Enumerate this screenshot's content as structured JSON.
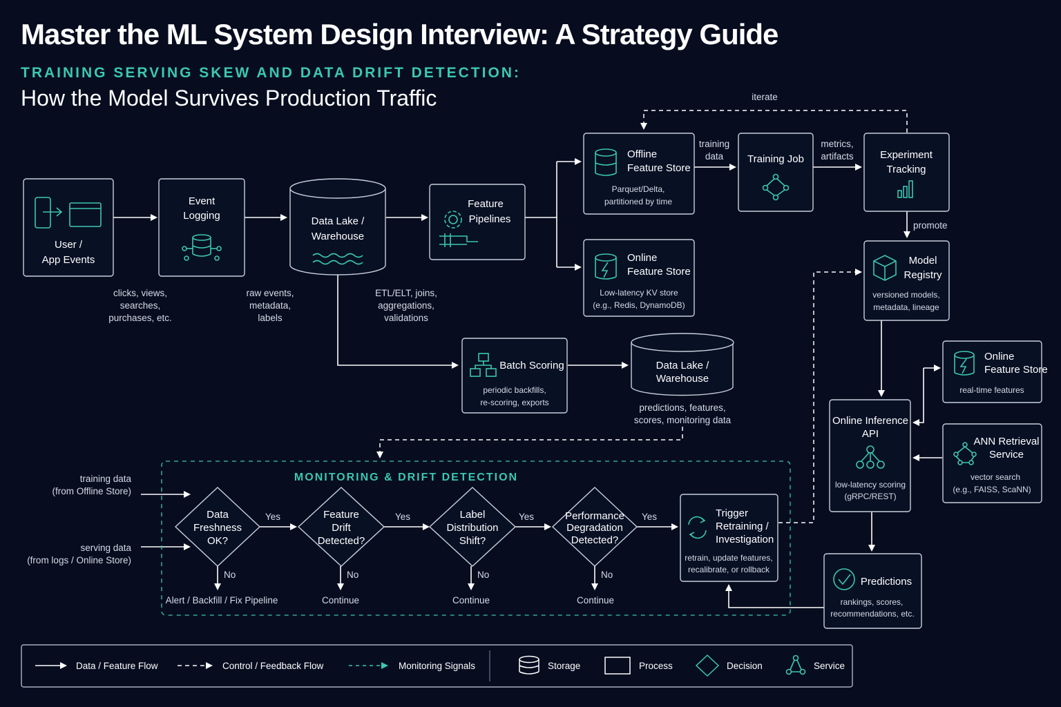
{
  "header": {
    "title": "Master the ML System Design Interview: A Strategy Guide",
    "subtitle": "TRAINING SERVING SKEW AND DATA DRIFT DETECTION:",
    "tagline": "How the Model Survives Production Traffic"
  },
  "nodes": {
    "user_events": {
      "line1": "User /",
      "line2": "App Events"
    },
    "event_logging": {
      "line1": "Event",
      "line2": "Logging"
    },
    "data_lake": {
      "line1": "Data Lake /",
      "line2": "Warehouse"
    },
    "feature_pipelines": {
      "line1": "Feature",
      "line2": "Pipelines"
    },
    "offline_store": {
      "line1": "Offline",
      "line2": "Feature Store",
      "desc1": "Parquet/Delta,",
      "desc2": "partitioned by time"
    },
    "online_store": {
      "line1": "Online",
      "line2": "Feature Store",
      "desc1": "Low-latency KV store",
      "desc2": "(e.g., Redis, DynamoDB)"
    },
    "training_job": {
      "line1": "Training Job"
    },
    "experiment_tracking": {
      "line1": "Experiment",
      "line2": "Tracking"
    },
    "model_registry": {
      "line1": "Model",
      "line2": "Registry",
      "desc1": "versioned models,",
      "desc2": "metadata, lineage"
    },
    "batch_scoring": {
      "line1": "Batch Scoring",
      "desc1": "periodic backfills,",
      "desc2": "re-scoring, exports"
    },
    "data_lake_2": {
      "line1": "Data Lake /",
      "line2": "Warehouse"
    },
    "online_store_2": {
      "line1": "Online",
      "line2": "Feature Store",
      "desc1": "real-time features"
    },
    "inference_api": {
      "line1": "Online Inference",
      "line2": "API",
      "desc1": "low-latency scoring",
      "desc2": "(gRPC/REST)"
    },
    "ann_service": {
      "line1": "ANN Retrieval",
      "line2": "Service",
      "desc1": "vector search",
      "desc2": "(e.g., FAISS, ScaNN)"
    },
    "predictions": {
      "line1": "Predictions",
      "desc1": "rankings, scores,",
      "desc2": "recommendations, etc."
    },
    "trigger": {
      "line1": "Trigger",
      "line2": "Retraining /",
      "line3": "Investigation",
      "desc1": "retrain, update features,",
      "desc2": "recalibrate, or rollback"
    }
  },
  "annotations": {
    "clicks": [
      "clicks, views,",
      "searches,",
      "purchases, etc."
    ],
    "raw": [
      "raw events,",
      "metadata,",
      "labels"
    ],
    "etl": [
      "ETL/ELT, joins,",
      "aggregations,",
      "validations"
    ],
    "lake_out": [
      "predictions, features,",
      "scores, monitoring data"
    ]
  },
  "edges": {
    "training_data": [
      "training",
      "data"
    ],
    "metrics": [
      "metrics,",
      "artifacts"
    ],
    "iterate": "iterate",
    "promote": "promote"
  },
  "monitoring": {
    "title": "MONITORING & DRIFT DETECTION",
    "input_training": [
      "training data",
      "(from Offline Store)"
    ],
    "input_serving": [
      "serving data",
      "(from logs / Online Store)"
    ],
    "decisions": [
      {
        "lines": [
          "Data",
          "Freshness",
          "OK?"
        ],
        "no_outcome": "Alert / Backfill / Fix Pipeline"
      },
      {
        "lines": [
          "Feature",
          "Drift",
          "Detected?"
        ],
        "no_outcome": "Continue"
      },
      {
        "lines": [
          "Label",
          "Distribution",
          "Shift?"
        ],
        "no_outcome": "Continue"
      },
      {
        "lines": [
          "Performance",
          "Degradation",
          "Detected?"
        ],
        "no_outcome": "Continue"
      }
    ],
    "yes_label": "Yes",
    "no_label": "No"
  },
  "legend": {
    "data_flow": "Data / Feature Flow",
    "control_flow": "Control / Feedback Flow",
    "monitoring": "Monitoring Signals",
    "storage": "Storage",
    "process": "Process",
    "decision": "Decision",
    "service": "Service"
  },
  "colors": {
    "background": "#070d1f",
    "accent": "#3cc7b0",
    "text": "#ffffff",
    "border": "#c9cfdb"
  }
}
